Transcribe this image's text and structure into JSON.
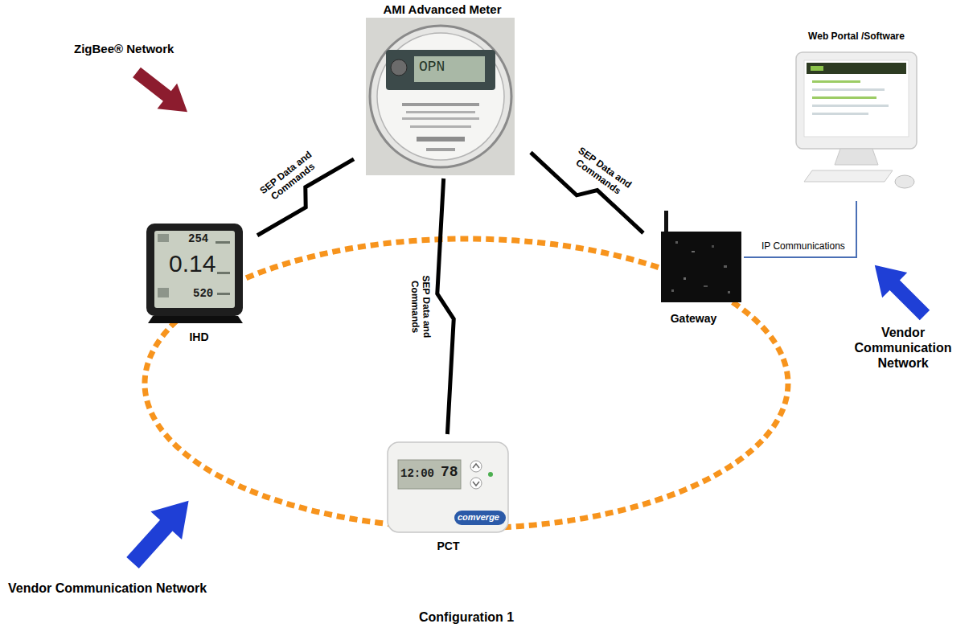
{
  "diagram": {
    "caption": "Configuration 1",
    "nodes": [
      {
        "text": [
          "AMI Advanced Meter"
        ]
      },
      {
        "text": [
          "Web Portal /Software"
        ]
      },
      {
        "text": [
          "IHD"
        ]
      },
      {
        "text": [
          "Gateway"
        ]
      },
      {
        "text": [
          "PCT"
        ]
      }
    ],
    "edges": [
      {
        "from": 0,
        "to": 2,
        "arrow": "none",
        "label": "SEP Data and Commands"
      },
      {
        "from": 0,
        "to": 3,
        "arrow": "none",
        "label": "SEP Data and Commands"
      },
      {
        "from": 0,
        "to": 4,
        "arrow": "none",
        "label": "SEP Data and Commands"
      },
      {
        "from": 3,
        "to": 1,
        "arrow": "none",
        "label": "IP Communications"
      }
    ],
    "labels": [
      "ZigBee® Network",
      "OPN",
      "254",
      "0.14",
      "520",
      "Vendor Communication Network",
      "12:00",
      "78",
      "comverge",
      "Vendor Communication Network"
    ]
  }
}
